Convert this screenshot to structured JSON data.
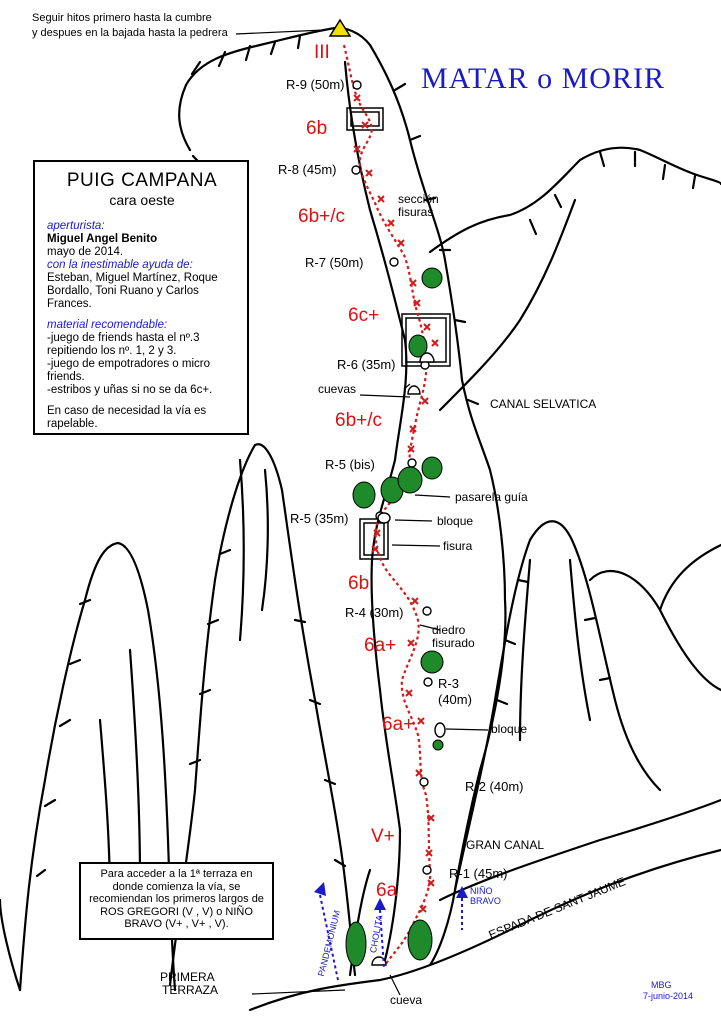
{
  "title": "MATAR o MORIR",
  "top_note": [
    "Seguir hitos primero hasta la cumbre",
    "y despues en la bajada hasta la pedrera"
  ],
  "info": {
    "mountain": "PUIG CAMPANA",
    "face": "cara oeste",
    "opener_label": "aperturista:",
    "opener": "Miguel Angel Benito",
    "date": "mayo de 2014.",
    "help_label": "con la inestimable ayuda de:",
    "helpers": "Esteban, Miguel Martínez, Roque Bordallo, Toni Ruano y Carlos Frances.",
    "material_label": "material recomendable:",
    "material": [
      "-juego de friends hasta el nº.3 repitiendo los nº. 1, 2 y 3.",
      "-juego de empotradores o micro friends.",
      "-estribos y uñas si no se da 6c+."
    ],
    "rappel": "En caso de necesidad la vía es rapelable."
  },
  "access_note": "Para acceder a la 1ª terraza en donde comienza la vía, se recomiendan los primeros largos de ROS GREGORI (V , V) o NIÑO BRAVO (V+ , V+ , V).",
  "grades": [
    "III",
    "6b",
    "6b+/c",
    "6c+",
    "6b+/c",
    "6b",
    "6a+",
    "6a+",
    "V+",
    "6a"
  ],
  "relays": [
    "R-9 (50m)",
    "R-8 (45m)",
    "R-7 (50m)",
    "R-6 (35m)",
    "R-5 (bis)",
    "R-5 (35m)",
    "R-4 (30m)",
    "R-3",
    "(40m)",
    "R-2 (40m)",
    "R-1 (45m)"
  ],
  "features": {
    "seccion": "sección",
    "fisuras": "fisuras",
    "cuevas": "cuevas",
    "canal_selvatica": "CANAL SELVATICA",
    "pasarela": "pasarela guía",
    "bloque1": "bloque",
    "fisura": "fisura",
    "diedro": "diedro",
    "fisurado": "fisurado",
    "bloque2": "bloque",
    "gran_canal": "GRAN CANAL",
    "espada": "ESPADA DE SANT JAUME",
    "primera": "PRIMERA",
    "terraza": "TERRAZA",
    "cueva": "cueva"
  },
  "routes": {
    "pandemonium": "PANDEMONIUM",
    "cholita": "CHOLITA",
    "nino": "NIÑO",
    "bravo": "BRAVO"
  },
  "signature": {
    "initials": "MBG",
    "date": "7-junio-2014"
  },
  "colors": {
    "route": "#d41a1a",
    "accent": "#1a1ac8",
    "tree": "#1e8a2a",
    "summit": "#f5e000"
  }
}
